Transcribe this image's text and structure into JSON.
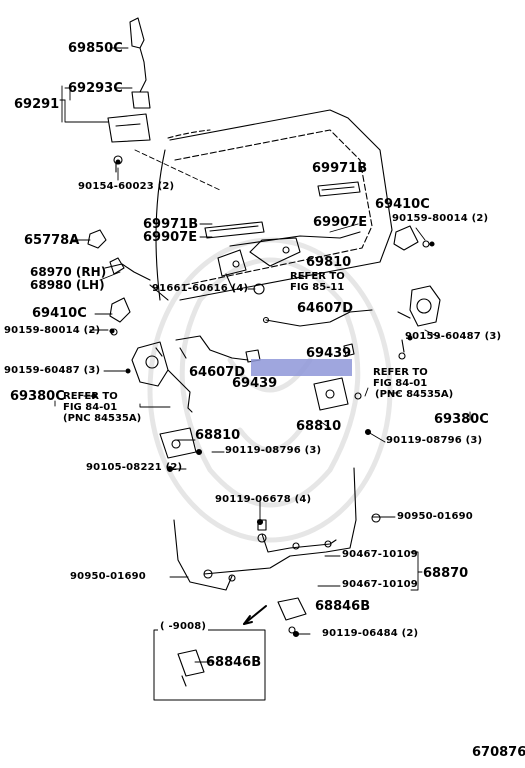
{
  "labels": [
    {
      "id": "p69850c",
      "text": "69850C"
    },
    {
      "id": "p69293c",
      "text": "69293C"
    },
    {
      "id": "p69291",
      "text": "69291"
    },
    {
      "id": "b90154",
      "text": "90154-60023 (2)"
    },
    {
      "id": "p69971b_top",
      "text": "69971B"
    },
    {
      "id": "p69971b",
      "text": "69971B"
    },
    {
      "id": "p69907e_l",
      "text": "69907E"
    },
    {
      "id": "p69907e_r",
      "text": "69907E"
    },
    {
      "id": "p65778a",
      "text": "65778A"
    },
    {
      "id": "p69810",
      "text": "69810"
    },
    {
      "id": "ref85_1",
      "text": "REFER TO"
    },
    {
      "id": "ref85_2",
      "text": "FIG 85-11"
    },
    {
      "id": "b91661",
      "text": "91661-60616 (4)"
    },
    {
      "id": "p68970",
      "text": "68970 (RH)"
    },
    {
      "id": "p68980",
      "text": "68980 (LH)"
    },
    {
      "id": "p69410c_r",
      "text": "69410C"
    },
    {
      "id": "b90159_r",
      "text": "90159-80014 (2)"
    },
    {
      "id": "p69410c_l",
      "text": "69410C"
    },
    {
      "id": "b90159_l",
      "text": "90159-80014 (2)"
    },
    {
      "id": "p64607d_r",
      "text": "64607D"
    },
    {
      "id": "b90159_60487_r",
      "text": "90159-60487 (3)"
    },
    {
      "id": "b90159_60487_l",
      "text": "90159-60487 (3)"
    },
    {
      "id": "p64607d_l",
      "text": "64607D"
    },
    {
      "id": "p69439_r",
      "text": "69439"
    },
    {
      "id": "p69439_l",
      "text": "69439"
    },
    {
      "id": "p69380c_l",
      "text": "69380C"
    },
    {
      "id": "ref84l_1",
      "text": "REFER TO"
    },
    {
      "id": "ref84l_2",
      "text": "FIG 84-01"
    },
    {
      "id": "ref84l_3",
      "text": "(PNC 84535A)"
    },
    {
      "id": "ref84r_1",
      "text": "REFER TO"
    },
    {
      "id": "ref84r_2",
      "text": "FIG 84-01"
    },
    {
      "id": "ref84r_3",
      "text": "(PNC 84535A)"
    },
    {
      "id": "p69380c_r",
      "text": "69380C"
    },
    {
      "id": "p68810_l",
      "text": "68810"
    },
    {
      "id": "p68810_r",
      "text": "68810"
    },
    {
      "id": "b90119_08796_l",
      "text": "90119-08796 (3)"
    },
    {
      "id": "b90119_08796_r",
      "text": "90119-08796 (3)"
    },
    {
      "id": "b90105",
      "text": "90105-08221 (2)"
    },
    {
      "id": "b90119_06678",
      "text": "90119-06678 (4)"
    },
    {
      "id": "b90950_r",
      "text": "90950-01690"
    },
    {
      "id": "b90467_a",
      "text": "90467-10109"
    },
    {
      "id": "p68870",
      "text": "68870"
    },
    {
      "id": "b90950_l",
      "text": "90950-01690"
    },
    {
      "id": "b90467_b",
      "text": "90467-10109"
    },
    {
      "id": "p68846b_r",
      "text": "68846B"
    },
    {
      "id": "b90119_06484",
      "text": "90119-06484 (2)"
    },
    {
      "id": "range9008",
      "text": "(    -9008)"
    },
    {
      "id": "p68846b_box",
      "text": "68846B"
    },
    {
      "id": "diagram_no",
      "text": "670876"
    }
  ]
}
